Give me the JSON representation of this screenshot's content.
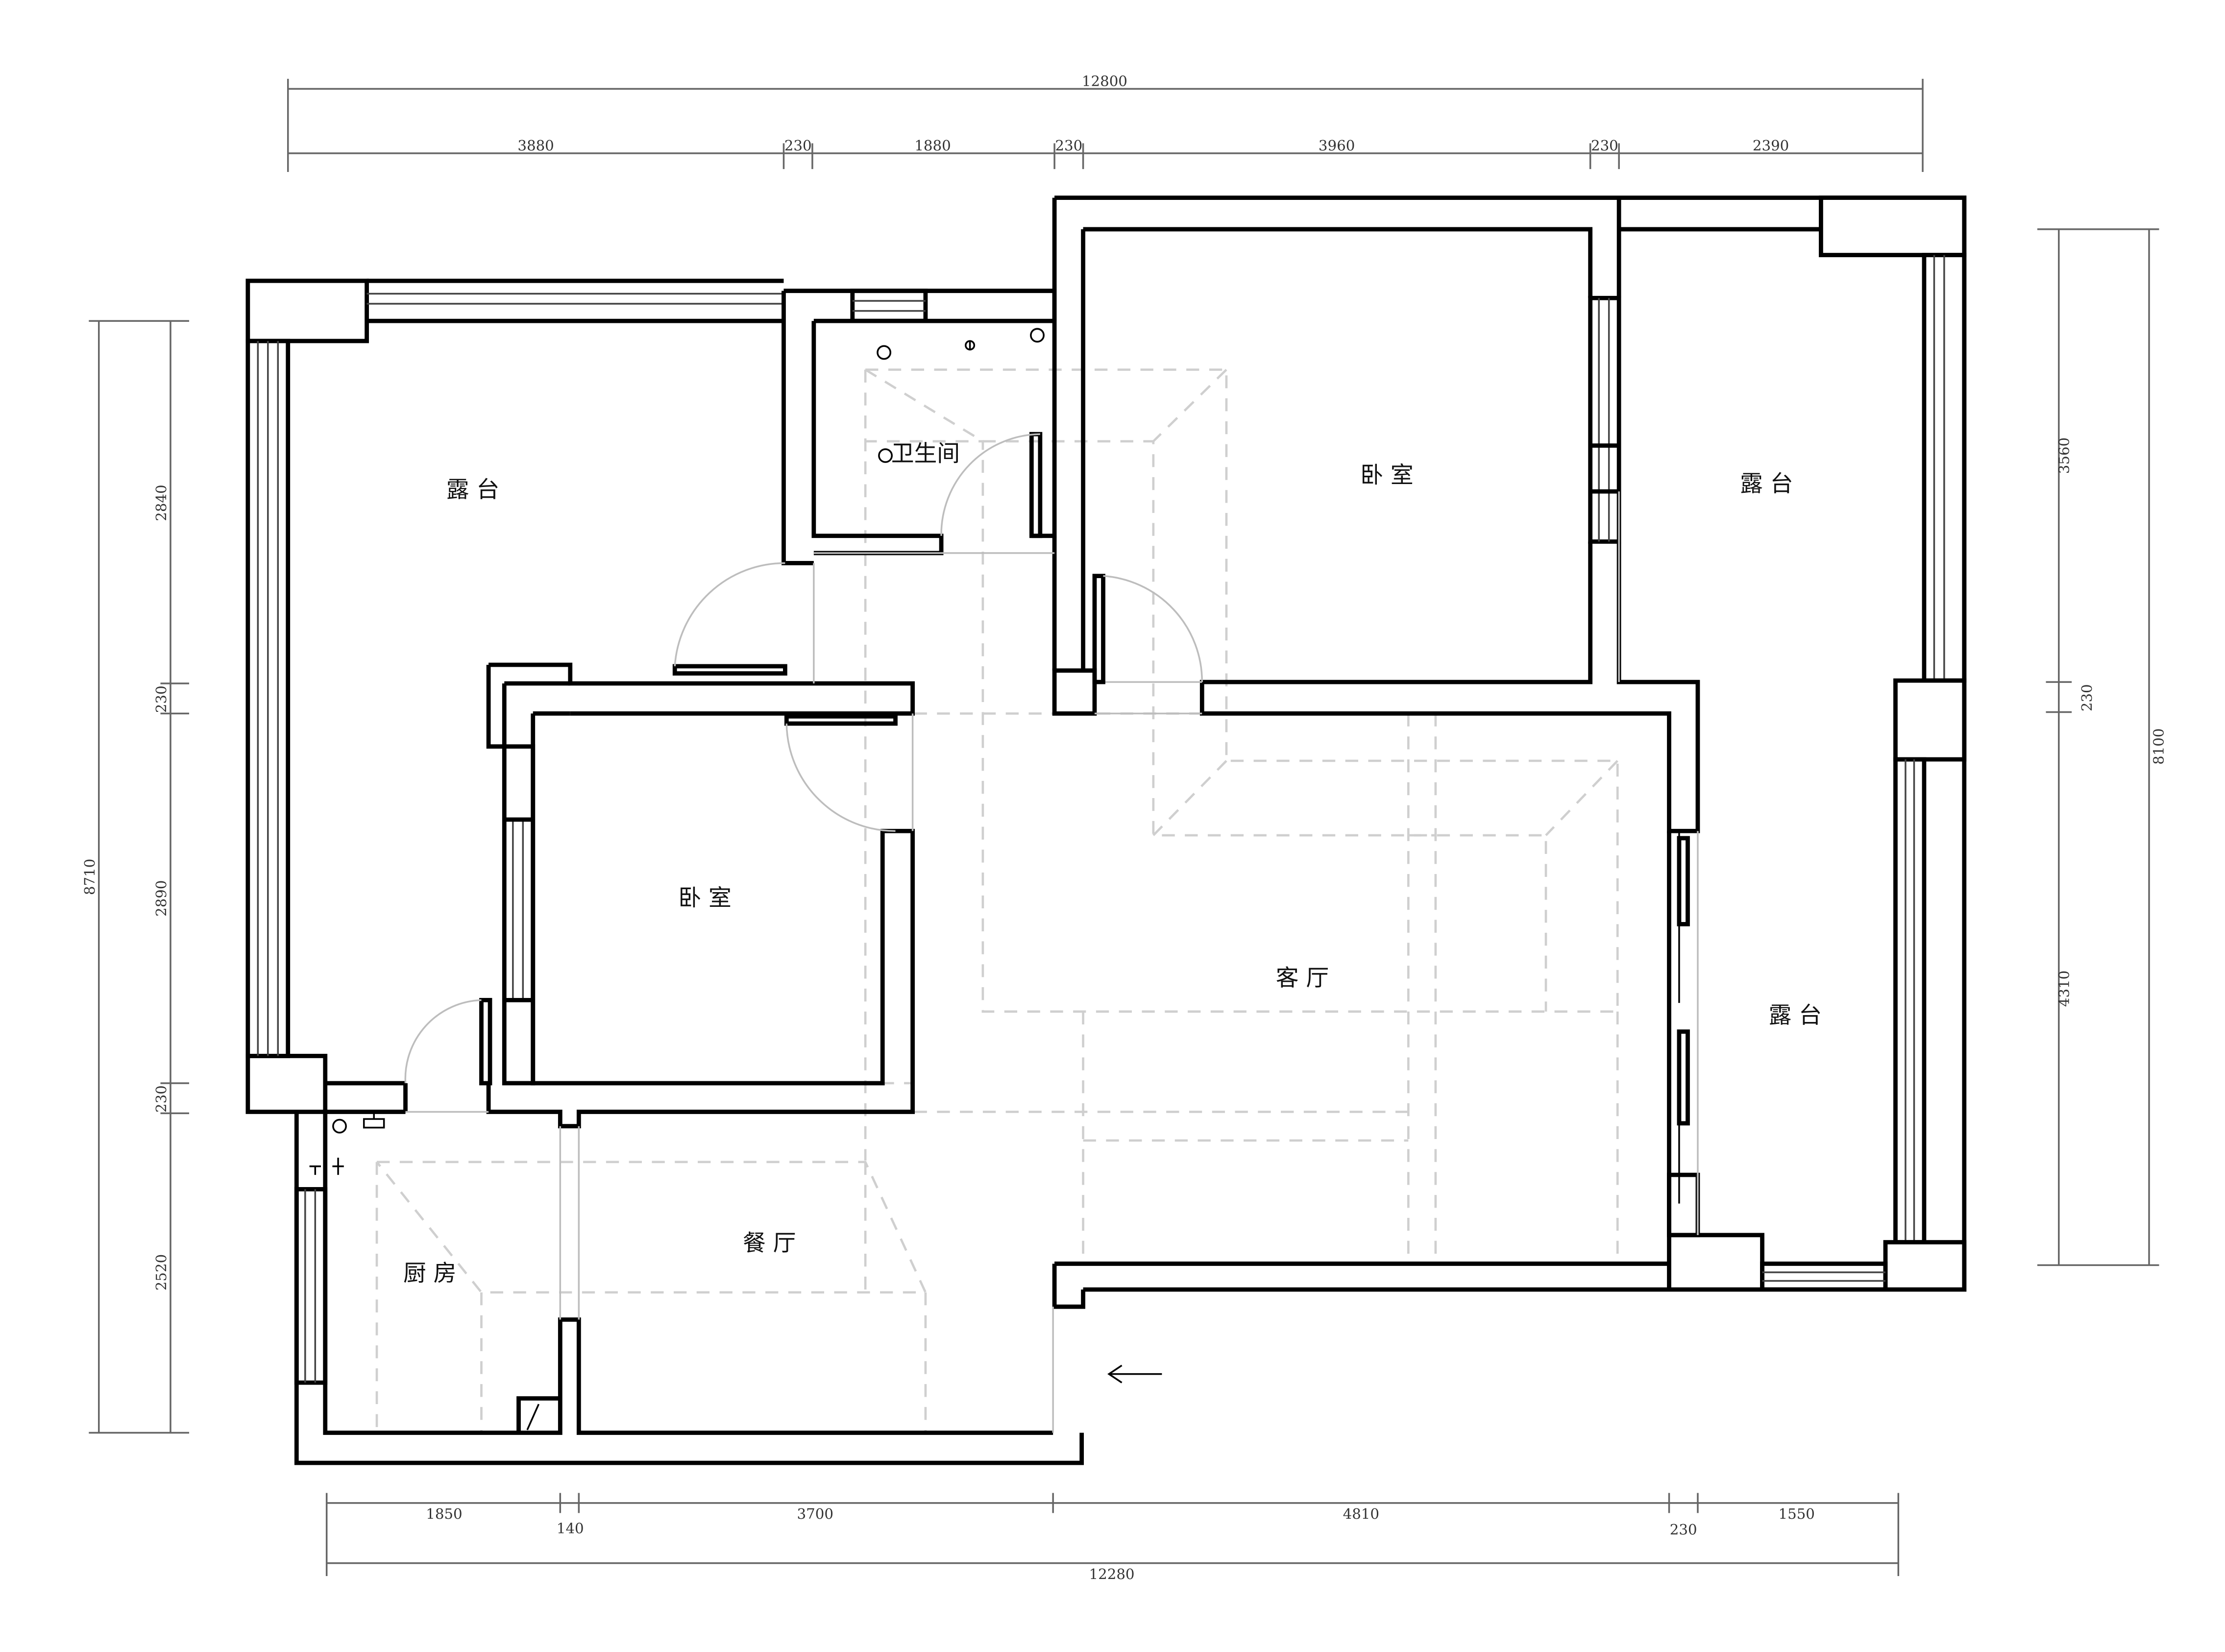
{
  "rooms": {
    "terrace_nw": "露 台",
    "bathroom": "卫生间",
    "bedroom_n": "卧 室",
    "terrace_ne": "露 台",
    "bedroom_w": "卧 室",
    "living": "客 厅",
    "terrace_e": "露 台",
    "dining": "餐 厅",
    "kitchen": "厨 房"
  },
  "dimensions": {
    "top_total": "12800",
    "top_segments": [
      "3880",
      "230",
      "1880",
      "230",
      "3960",
      "230",
      "2390"
    ],
    "bottom_total": "12280",
    "bottom_segments": [
      "1850",
      "140",
      "3700",
      "4810",
      "230",
      "1550"
    ],
    "left_total": "8710",
    "left_segments": [
      "2840",
      "230",
      "2890",
      "230",
      "2520"
    ],
    "right_total": "8100",
    "right_segments": [
      "3560",
      "230",
      "4310"
    ]
  },
  "entrance_arrow": "entrance-arrow-icon",
  "colors": {
    "wall": "#000000",
    "dashed": "#cfcfcf",
    "background": "#ffffff"
  }
}
